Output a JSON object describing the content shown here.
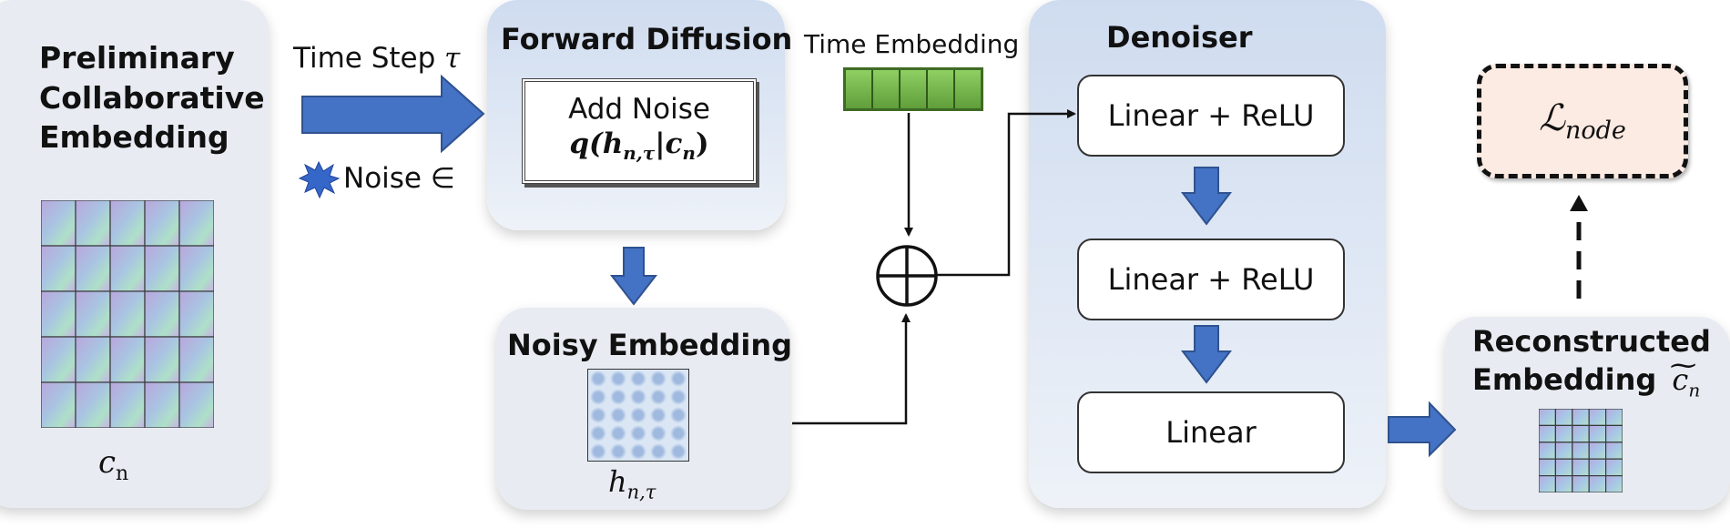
{
  "preliminary": {
    "title_line1": "Preliminary",
    "title_line2": "Collaborative",
    "title_line3": "Embedding",
    "symbol": "c",
    "symbol_sub": "n"
  },
  "time_step": {
    "label": "Time Step",
    "symbol": "τ"
  },
  "noise": {
    "label": "Noise ∈"
  },
  "forward_diffusion": {
    "title": "Forward Diffusion",
    "box_label": "Add Noise",
    "formula_q": "q(",
    "formula_h": "h",
    "formula_h_sub": "n,τ",
    "formula_bar": "|",
    "formula_c": "c",
    "formula_c_sub": "n",
    "formula_close": ")"
  },
  "noisy_embedding": {
    "title": "Noisy Embedding",
    "symbol": "h",
    "symbol_sub": "n,τ"
  },
  "time_embedding": {
    "label": "Time Embedding",
    "cells": 5
  },
  "denoiser": {
    "title": "Denoiser",
    "layer1": "Linear + ReLU",
    "layer2": "Linear + ReLU",
    "layer3": "Linear"
  },
  "loss": {
    "symbol": "ℒ",
    "subscript": "node"
  },
  "reconstructed": {
    "title_line1": "Reconstructed",
    "title_line2": "Embedding",
    "symbol": "c",
    "symbol_tilde": "~",
    "symbol_sub": "n"
  },
  "colors": {
    "arrow_blue": "#4472c4",
    "arrow_blue_dark": "#2f528f",
    "time_embed_green": "#70ad47",
    "loss_fill": "#fcebe3"
  }
}
